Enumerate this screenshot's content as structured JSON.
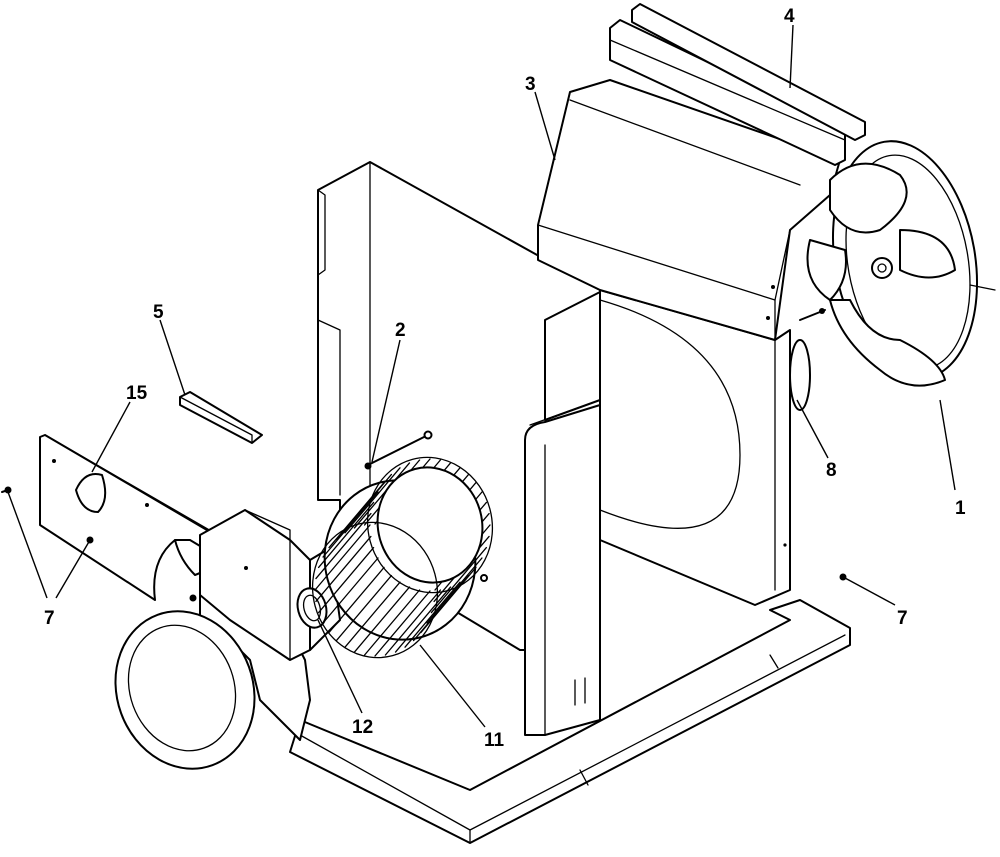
{
  "callouts": {
    "c1": "1",
    "c2": "2",
    "c3": "3",
    "c4": "4",
    "c5": "5",
    "c7a": "7",
    "c7b": "7",
    "c8": "8",
    "c11": "11",
    "c12": "12",
    "c15": "15"
  }
}
